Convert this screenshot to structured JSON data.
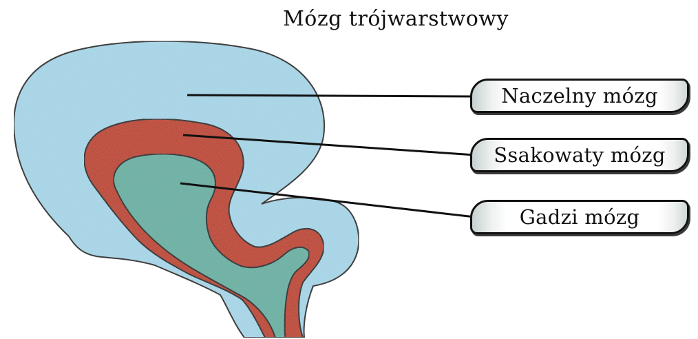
{
  "title": "Mózg trójwarstwowy",
  "labels": {
    "neocortex": "Naczelny mózg",
    "limbic": "Ssakowaty mózg",
    "reptilian": "Gadzi mózg"
  },
  "colors": {
    "neocortex": "#a9d8ea",
    "limbic": "#bf4128",
    "reptilian": "#69b2a4",
    "outline": "#1a1a1a",
    "leader": "#111111"
  }
}
